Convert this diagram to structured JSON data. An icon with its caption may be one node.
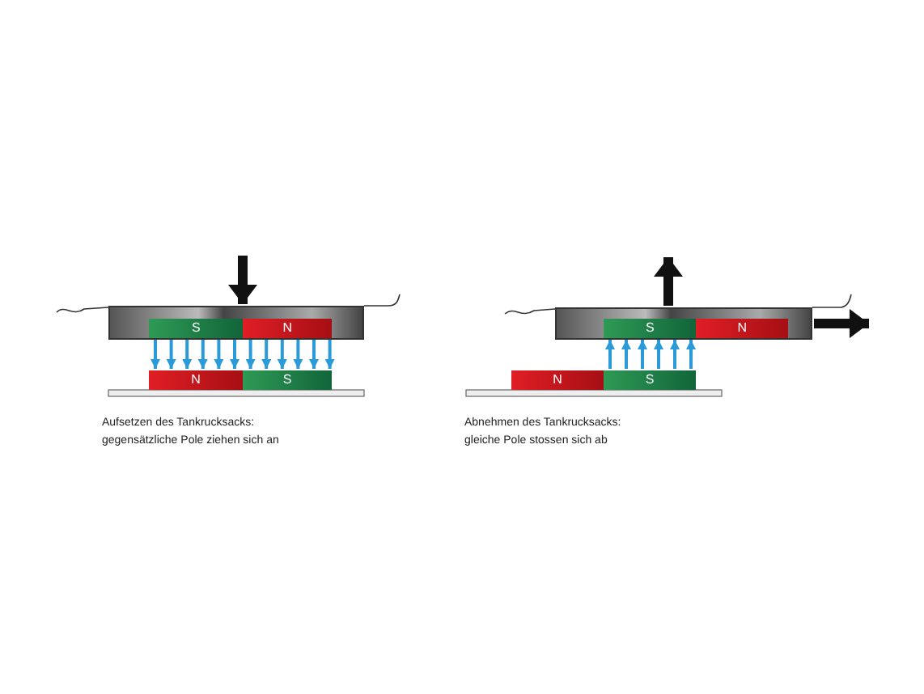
{
  "diagram": {
    "nodes": [
      {
        "text": [],
        "shape": "box"
      },
      {
        "text": [
          "S"
        ],
        "in": 0
      },
      {
        "text": [
          "N"
        ],
        "in": 0
      },
      {
        "text": [
          "N"
        ]
      },
      {
        "text": [
          "S"
        ]
      },
      {
        "text": [],
        "shape": "box"
      },
      {
        "text": [
          "S"
        ],
        "in": 5
      },
      {
        "text": [
          "N"
        ],
        "in": 5
      },
      {
        "text": [
          "N"
        ]
      },
      {
        "text": [
          "S"
        ]
      }
    ],
    "edges": [
      {
        "from": null,
        "to": 0,
        "arrow": "to",
        "style": "thick",
        "color": "#111111"
      },
      {
        "from": 1,
        "to": 3,
        "arrow": "to"
      },
      {
        "from": 1,
        "to": 3,
        "arrow": "to"
      },
      {
        "from": 1,
        "to": 3,
        "arrow": "to"
      },
      {
        "from": 1,
        "to": 3,
        "arrow": "to"
      },
      {
        "from": 1,
        "to": 3,
        "arrow": "to"
      },
      {
        "from": 1,
        "to": 3,
        "arrow": "to"
      },
      {
        "from": 2,
        "to": 4,
        "arrow": "to"
      },
      {
        "from": 2,
        "to": 4,
        "arrow": "to"
      },
      {
        "from": 2,
        "to": 4,
        "arrow": "to"
      },
      {
        "from": 2,
        "to": 4,
        "arrow": "to"
      },
      {
        "from": 2,
        "to": 4,
        "arrow": "to"
      },
      {
        "from": 2,
        "to": 4,
        "arrow": "to"
      },
      {
        "from": 5,
        "to": null,
        "arrow": "to",
        "style": "thick",
        "color": "#111111"
      },
      {
        "from": 5,
        "to": null,
        "arrow": "to",
        "style": "thick",
        "color": "#111111"
      },
      {
        "from": 9,
        "to": 6,
        "arrow": "to"
      },
      {
        "from": 9,
        "to": 6,
        "arrow": "to"
      },
      {
        "from": 9,
        "to": 6,
        "arrow": "to"
      },
      {
        "from": 9,
        "to": 6,
        "arrow": "to"
      },
      {
        "from": 9,
        "to": 6,
        "arrow": "to"
      },
      {
        "from": 9,
        "to": 6,
        "arrow": "to"
      }
    ],
    "labels": [
      "Aufsetzen des Tankrucksacks: gegensätzliche Pole ziehen sich an",
      "Abnehmen des Tankrucksacks: gleiche Pole stossen sich ab"
    ]
  }
}
